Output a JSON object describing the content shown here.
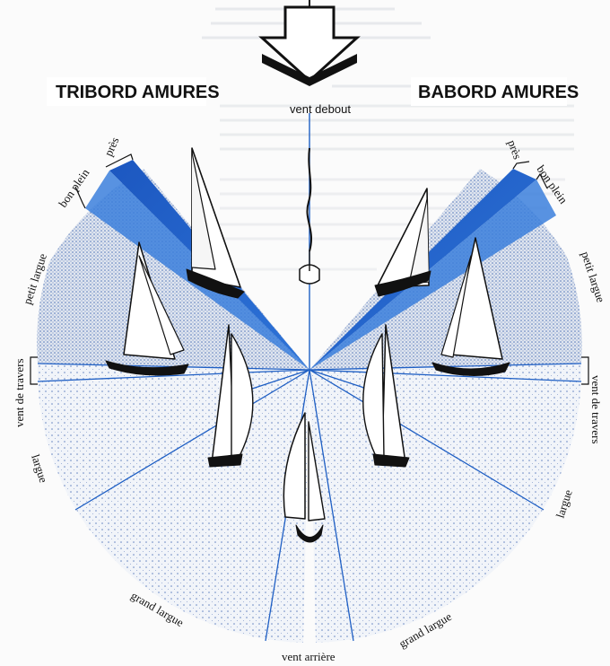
{
  "titles": {
    "left": "TRIBORD AMURES",
    "right": "BABORD AMURES"
  },
  "wind": {
    "label": "vent debout"
  },
  "points_of_sail": {
    "left": {
      "pres": "près",
      "bon_plein": "bon plein",
      "petit_largue": "petit largue",
      "vent_de_travers": "vent de travers",
      "largue": "largue",
      "grand_largue": "grand largue"
    },
    "right": {
      "pres": "près",
      "bon_plein": "bon plein",
      "petit_largue": "petit largue",
      "vent_de_travers": "vent de travers",
      "largue": "largue",
      "grand_largue": "grand largue"
    },
    "vent_arriere": "vent arrière"
  },
  "colors": {
    "accent_blue": "#1f5fc4",
    "light_blue": "#9dbce8",
    "ink": "#111111"
  },
  "icons": [
    "wind-arrow-icon",
    "sailboat-icon"
  ]
}
